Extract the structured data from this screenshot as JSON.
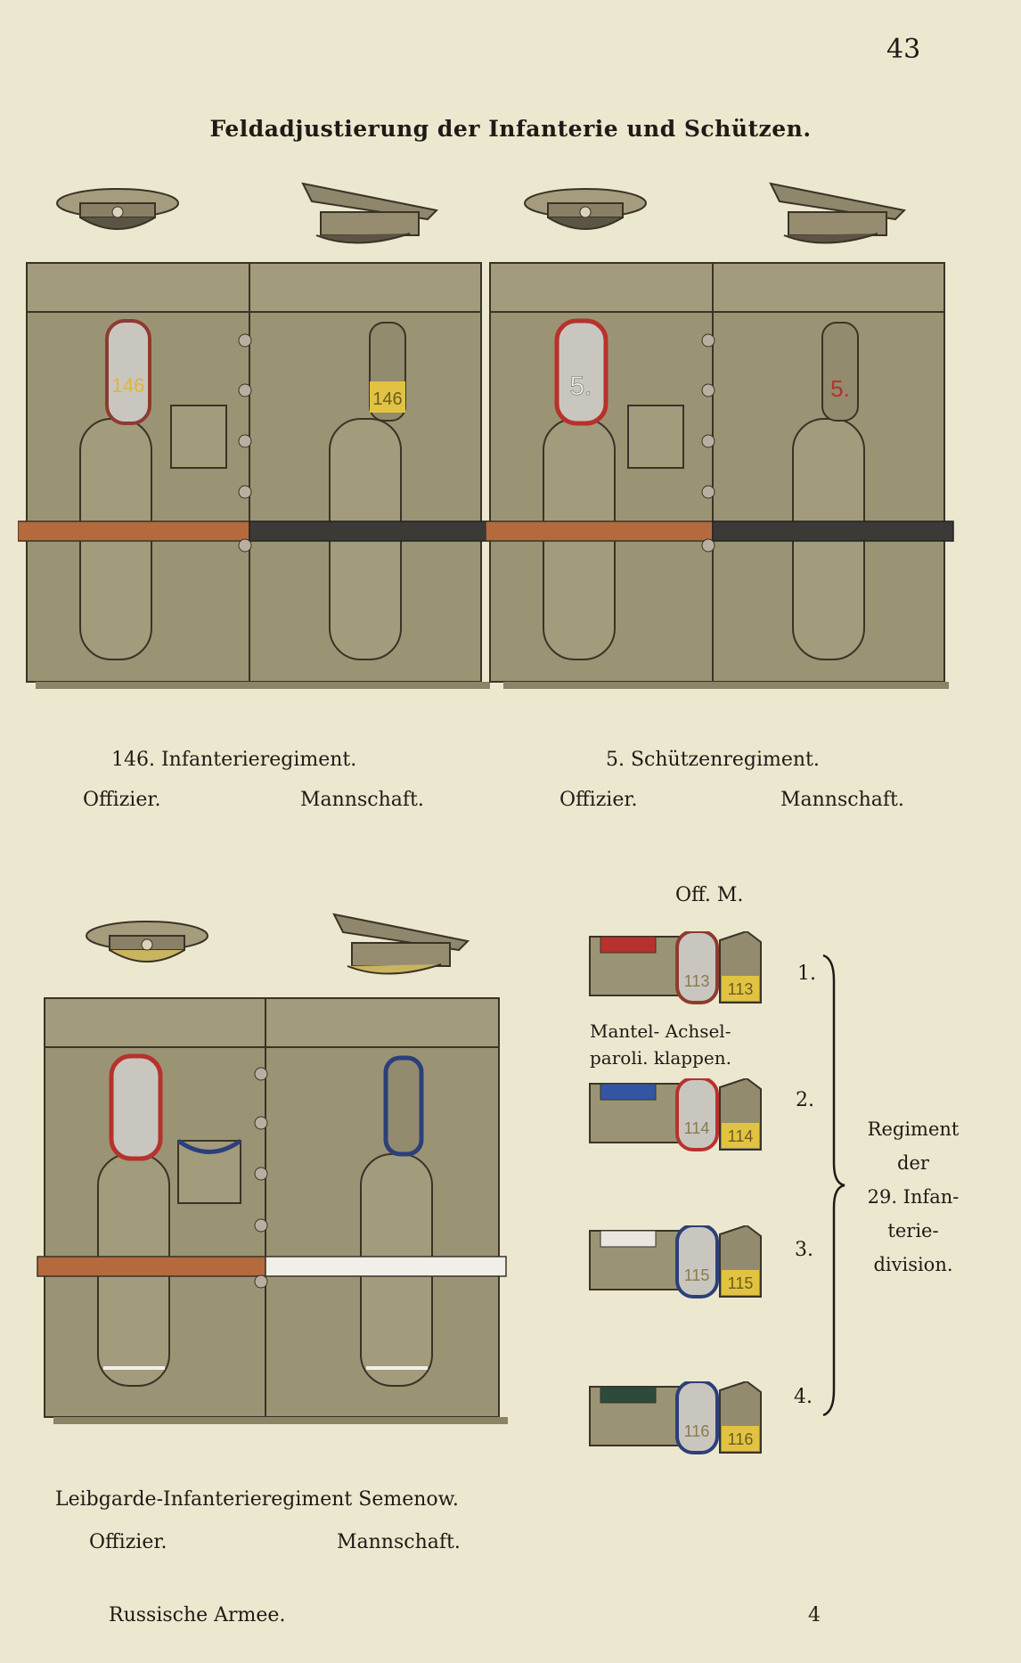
{
  "page_number": "43",
  "title": "Feldadjustierung der Infanterie und Schützen.",
  "plates": [
    {
      "caption": "146. Infanterieregiment.",
      "left_label": "Offizier.",
      "right_label": "Mannschaft.",
      "officer_strap": "146",
      "men_strap": "146",
      "belt_color": "#b56a3e",
      "strap_trim": "#8e3b2f"
    },
    {
      "caption": "5. Schützenregiment.",
      "left_label": "Offizier.",
      "right_label": "Mannschaft.",
      "officer_strap": "5.",
      "men_strap": "5.",
      "belt_color": "#b56a3e",
      "strap_trim": "#b7322c"
    },
    {
      "caption": "Leibgarde-Infanterieregiment Semenow.",
      "left_label": "Offizier.",
      "right_label": "Mannschaft.",
      "officer_strap": "",
      "men_strap": "",
      "belt_color": "#b56a3e",
      "strap_trim": "#b7322c",
      "men_trim": "#2c3f7a"
    }
  ],
  "insignia": {
    "header": "Off. M.",
    "column_labels": [
      "Mantel- Achsel-",
      "paroli. klappen."
    ],
    "rows": [
      {
        "number": "1.",
        "officer": "113",
        "men": "113",
        "patch_color": "#b7322c"
      },
      {
        "number": "2.",
        "officer": "114",
        "men": "114",
        "patch_color": "#3256a3"
      },
      {
        "number": "3.",
        "officer": "115",
        "men": "115",
        "patch_color": "#e9e7e0"
      },
      {
        "number": "4.",
        "officer": "116",
        "men": "116",
        "patch_color": "#2d4a3c"
      }
    ],
    "brace_lines": [
      "Regiment",
      "der",
      "29. Infan-",
      "terie-",
      "division."
    ]
  },
  "footer": {
    "left": "Russische Armee.",
    "right": "4"
  }
}
